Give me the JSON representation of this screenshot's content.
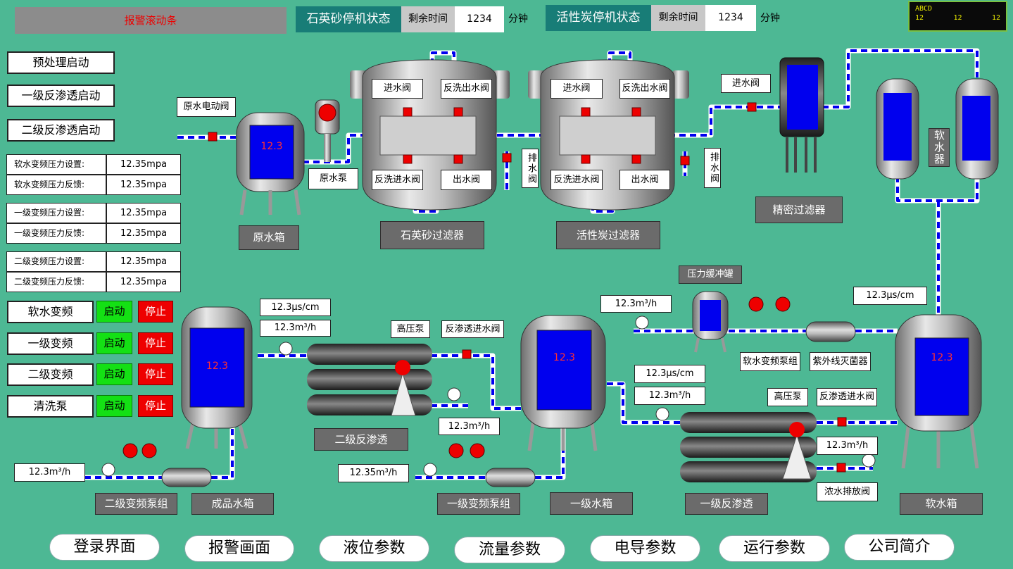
{
  "header": {
    "alarm_scroll": "报警滚动条",
    "quartz_status": "石英砂停机状态",
    "remaining_label": "剩余时间",
    "quartz_time": "1234",
    "minutes": "分钟",
    "carbon_status": "活性炭停机状态",
    "carbon_time": "1234",
    "clock": {
      "text": "ABCD",
      "v1": "12",
      "v2": "12",
      "v3": "12"
    }
  },
  "start_buttons": [
    "预处理启动",
    "一级反渗透启动",
    "二级反渗透启动"
  ],
  "pressure_table": [
    {
      "label": "软水变频压力设置:",
      "value": "12.35mpa"
    },
    {
      "label": "软水变频压力反馈:",
      "value": "12.35mpa"
    },
    {
      "label": "一级变频压力设置:",
      "value": "12.35mpa"
    },
    {
      "label": "一级变频压力反馈:",
      "value": "12.35mpa"
    },
    {
      "label": "二级变频压力设置:",
      "value": "12.35mpa"
    },
    {
      "label": "二级变频压力反馈:",
      "value": "12.35mpa"
    }
  ],
  "controls": [
    {
      "label": "软水变频",
      "start": "启动",
      "stop": "停止"
    },
    {
      "label": "一级变频",
      "start": "启动",
      "stop": "停止"
    },
    {
      "label": "二级变频",
      "start": "启动",
      "stop": "停止"
    },
    {
      "label": "清洗泵",
      "start": "启动",
      "stop": "停止"
    }
  ],
  "top_section": {
    "raw_valve": "原水电动阀",
    "raw_tank": "原水箱",
    "raw_tank_level": "12.3",
    "raw_pump": "原水泵",
    "quartz_filter": "石英砂过滤器",
    "carbon_filter": "活性炭过滤器",
    "inlet_valve": "进水阀",
    "backwash_out": "反洗出水阀",
    "backwash_in": "反洗进水阀",
    "outlet_valve": "出水阀",
    "drain_valve": "排水阀",
    "precision_filter": "精密过滤器",
    "softener": "软水器"
  },
  "bottom_section": {
    "cond_1": "12.3μs/cm",
    "flow_1": "12.3m³/h",
    "high_pump": "高压泵",
    "ro_inlet": "反渗透进水阀",
    "product_tank": "成品水箱",
    "product_level": "12.3",
    "ro2": "二级反渗透",
    "pump_group2": "二级变频泵组",
    "flow_left": "12.3m³/h",
    "flow_mid": "12.3m³/h",
    "flow_mid2": "12.35m³/h",
    "tank1": "一级水箱",
    "tank1_level": "12.3",
    "pump_group1": "一级变频泵组",
    "buffer": "压力缓冲罐",
    "flow_buffer": "12.3m³/h",
    "soft_pump_group": "软水变频泵组",
    "uv": "紫外线灭菌器",
    "cond_2": "12.3μs/cm",
    "flow_2": "12.3m³/h",
    "high_pump2": "高压泵",
    "ro_inlet2": "反渗透进水阀",
    "flow_conc": "12.3m³/h",
    "conc_valve": "浓水排放阀",
    "ro1": "一级反渗透",
    "cond_soft": "12.3μs/cm",
    "soft_tank": "软水箱",
    "soft_level": "12.3"
  },
  "nav": [
    "登录界面",
    "报警画面",
    "液位参数",
    "流量参数",
    "电导参数",
    "运行参数",
    "公司简介"
  ],
  "colors": {
    "bg": "#4db894",
    "tank_fill": "#0000ee",
    "pipe": "#0000ee",
    "accent": "#187d77",
    "start": "#14e014",
    "stop": "#ee0000"
  }
}
